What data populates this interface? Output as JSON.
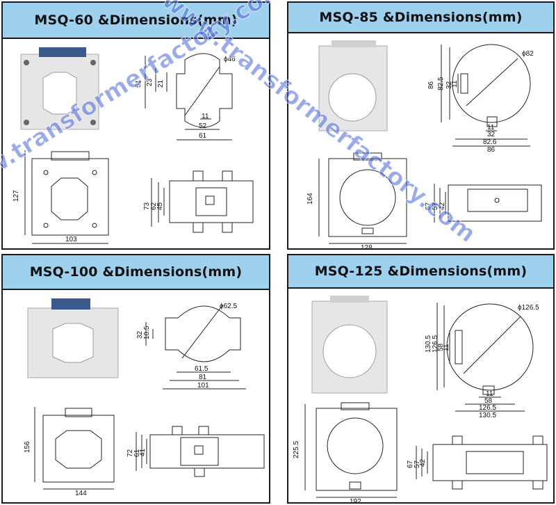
{
  "panels": [
    {
      "id": "msq60",
      "title": "MSQ-60 &Dimensions(mm)",
      "top_view": {
        "diameter": "ϕ46",
        "height": "51",
        "inner_a": "23",
        "inner_b": "21",
        "slot": "11",
        "width_inner": "52",
        "width_outer": "61"
      },
      "front_view": {
        "height": "127",
        "width": "103"
      },
      "side_view": {
        "h1": "73",
        "h2": "62",
        "h3": "45"
      }
    },
    {
      "id": "msq85",
      "title": "MSQ-85 &Dimensions(mm)",
      "top_view": {
        "diameter": "ϕ82",
        "height": "86",
        "inner_a": "82.5",
        "inner_b": "32",
        "inner_c": "11",
        "slot": "11",
        "w1": "32",
        "w2": "82.6",
        "w3": "86"
      },
      "front_view": {
        "height": "164",
        "width": "128"
      },
      "side_view": {
        "h1": "67",
        "h2": "57",
        "h3": "42"
      }
    },
    {
      "id": "msq100",
      "title": "MSQ-100 &Dimensions(mm)",
      "top_view": {
        "diameter": "ϕ62.5",
        "inner_a": "32",
        "inner_b": "10.5",
        "w1": "61.5",
        "w2": "81",
        "w3": "101"
      },
      "front_view": {
        "height": "156",
        "width": "144"
      },
      "side_view": {
        "h1": "72",
        "h2": "61",
        "h3": "41"
      }
    },
    {
      "id": "msq125",
      "title": "MSQ-125 &Dimensions(mm)",
      "top_view": {
        "diameter": "ϕ126.5",
        "h1": "130.5",
        "h2": "126.5",
        "h3": "58",
        "h4": "11",
        "slot": "11",
        "w1": "58",
        "w2": "126.5",
        "w3": "130.5"
      },
      "front_view": {
        "height": "225.5",
        "width": "192"
      },
      "side_view": {
        "h1": "67",
        "h2": "57",
        "h3": "42"
      }
    }
  ],
  "watermark": "www.transformerfactory.com",
  "colors": {
    "header": "#9dd1ee",
    "border": "#1a1a1a",
    "watermark": "#4664dc",
    "product_body": "#e6e6e6",
    "terminal": "#3a5a8c"
  }
}
